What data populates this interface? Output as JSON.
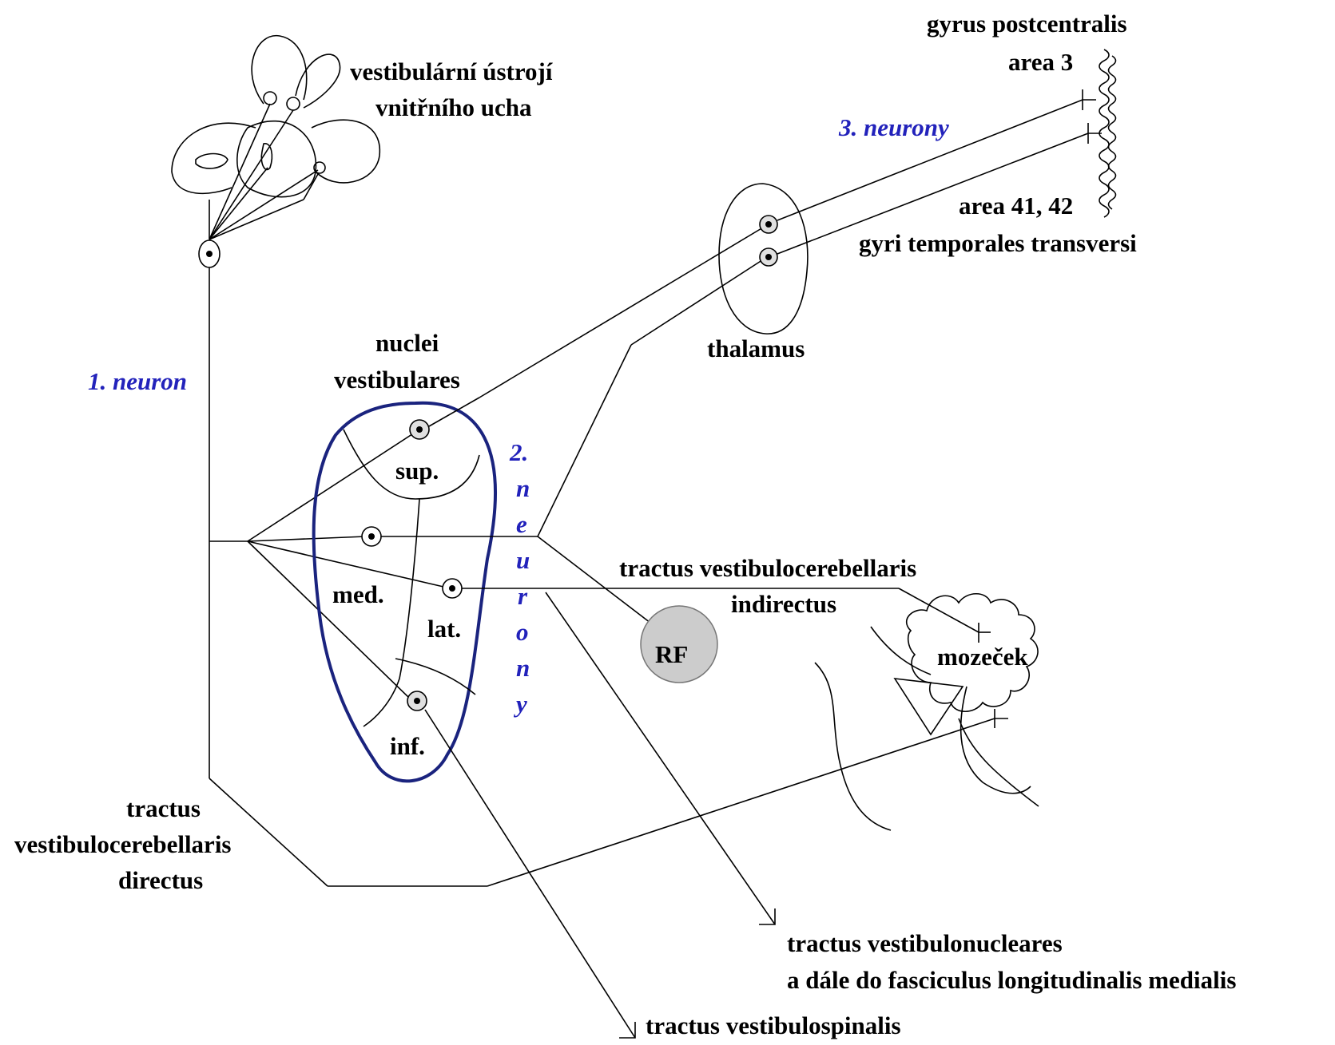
{
  "labels": {
    "vestibular_organ_1": "vestibulární ústrojí",
    "vestibular_organ_2": "vnitřního ucha",
    "gyrus_postcentralis": "gyrus postcentralis",
    "area_3": "area 3",
    "third_neurons": "3. neurony",
    "area_41_42": "area 41, 42",
    "gyri_temporales": "gyri temporales transversi",
    "thalamus": "thalamus",
    "first_neuron": "1. neuron",
    "nuclei_1": "nuclei",
    "nuclei_2": "vestibulares",
    "sup": "sup.",
    "med": "med.",
    "lat": "lat.",
    "inf": "inf.",
    "second_neurons": [
      "2.",
      "n",
      "e",
      "u",
      "r",
      "o",
      "n",
      "y"
    ],
    "tract_vc_indirect_1": "tractus vestibulocerebellaris",
    "tract_vc_indirect_2": "indirectus",
    "rf": "RF",
    "mozecek": "mozeček",
    "tract_vc_direct_1": "tractus",
    "tract_vc_direct_2": "vestibulocerebellaris",
    "tract_vc_direct_3": "directus",
    "tract_vn_1": "tractus vestibulonucleares",
    "tract_vn_2": "a dále do fasciculus longitudinalis medialis",
    "tract_vs": "tractus vestibulospinalis"
  },
  "colors": {
    "blue_text": "#2222bb",
    "nucleus_outline": "#1a237e",
    "rf_fill": "#cccccc",
    "line": "#000000"
  }
}
